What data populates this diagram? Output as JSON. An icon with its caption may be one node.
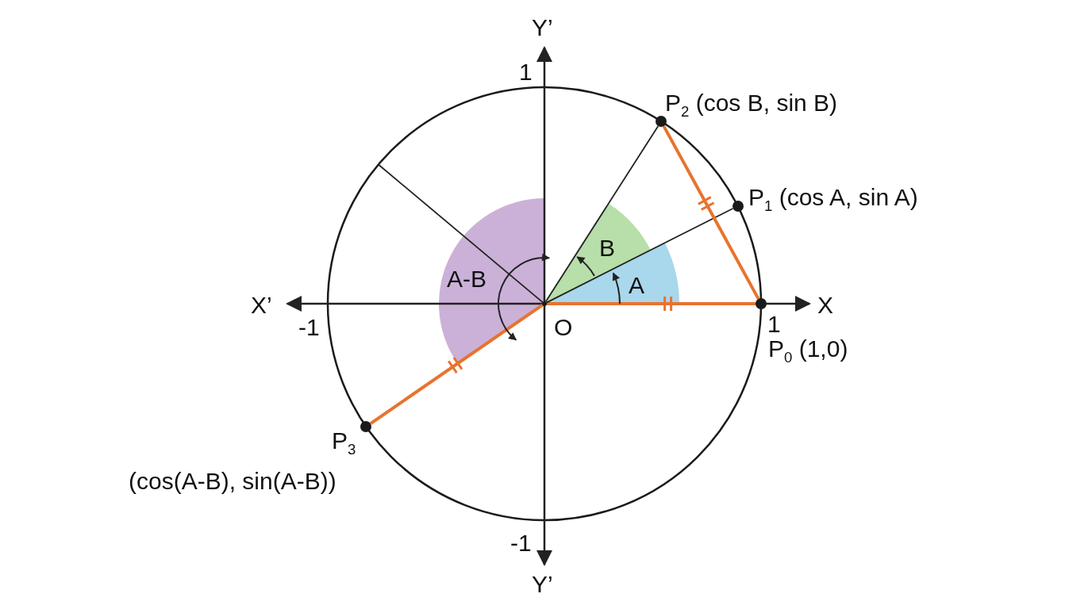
{
  "diagram": {
    "nodes": [
      {
        "text": [],
        "shape": "circle",
        "beside": [
          "O"
        ]
      },
      {
        "text": [],
        "shape": "circle",
        "beside": [
          "P$_{0}$ (1,0)"
        ]
      },
      {
        "text": [],
        "shape": "circle",
        "beside": [
          "P$_{1}$ (cos A, sin A)"
        ]
      },
      {
        "text": [],
        "shape": "circle",
        "beside": [
          "P$_{2}$ (cos B, sin B)"
        ]
      },
      {
        "text": [],
        "shape": "circle",
        "beside": [
          "P$_{3}$",
          "(cos(A-B), sin(A-B))"
        ]
      }
    ],
    "edges": [
      {
        "from": 0,
        "to": 1,
        "arrow": "none",
        "style": "thick",
        "color": "#e8732e"
      },
      {
        "from": 0,
        "to": 2,
        "arrow": "none",
        "color": "#222222"
      },
      {
        "from": 0,
        "to": 3,
        "arrow": "none",
        "color": "#222222"
      },
      {
        "from": 1,
        "to": 3,
        "arrow": "none",
        "style": "thick",
        "color": "#e8732e"
      },
      {
        "from": 0,
        "to": 4,
        "arrow": "none",
        "style": "thick",
        "color": "#e8732e"
      },
      {
        "from": 0,
        "to": null,
        "arrow": "none",
        "color": "#222222"
      }
    ],
    "labels": [
      "Y’",
      "1",
      "X’",
      "-1",
      "X",
      "1",
      "A-B",
      "B",
      "A",
      "-1",
      "Y’"
    ]
  }
}
